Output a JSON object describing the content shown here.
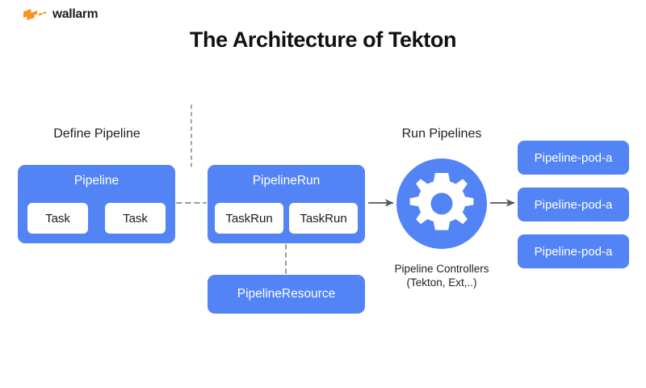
{
  "brand": {
    "name": "wallarm",
    "mark_icon": "wallarm-bolt-icon",
    "mark_color": "#F7941D"
  },
  "title": "The Architecture of Tekton",
  "colors": {
    "blue": "#5384F6",
    "orange": "#F7941D",
    "arrow": "#55585C",
    "dashed": "#8A8D91",
    "background": "#FFFFFF",
    "text": "#1A1A1A"
  },
  "sections": {
    "define": {
      "label": "Define Pipeline"
    },
    "run": {
      "label": "Run Pipelines"
    }
  },
  "pipeline": {
    "title": "Pipeline",
    "tasks": [
      {
        "label": "Task"
      },
      {
        "label": "Task"
      }
    ]
  },
  "pipelinerun": {
    "title": "PipelineRun",
    "taskruns": [
      {
        "label": "TaskRun"
      },
      {
        "label": "TaskRun"
      }
    ]
  },
  "pipelineresource": {
    "label": "PipelineResource"
  },
  "controller": {
    "icon": "gear-icon",
    "caption_line1": "Pipeline Controllers",
    "caption_line2": "(Tekton, Ext,..)"
  },
  "pods": [
    {
      "label": "Pipeline-pod-a"
    },
    {
      "label": "Pipeline-pod-a"
    },
    {
      "label": "Pipeline-pod-a"
    }
  ]
}
